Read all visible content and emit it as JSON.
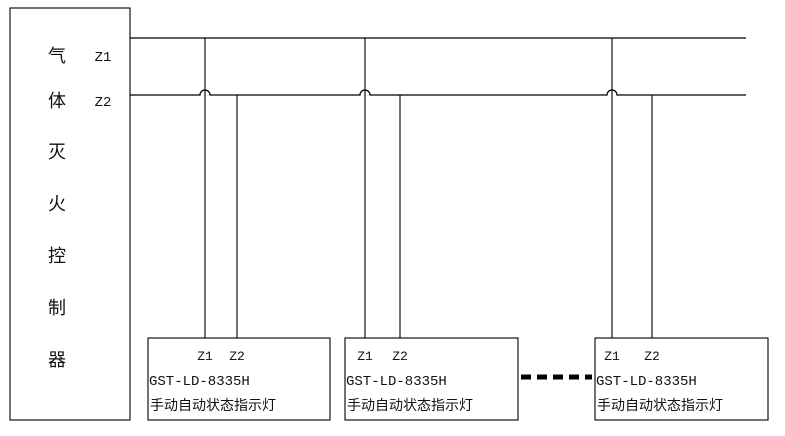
{
  "page": {
    "background_color": "#ffffff",
    "line_color": "#000000"
  },
  "diagram": {
    "controller": {
      "text": "气体灭火控制器",
      "vertical_label_chars": [
        "气",
        "体",
        "灭",
        "火",
        "控",
        "制",
        "器"
      ],
      "z1_label": "Z1",
      "z2_label": "Z2"
    },
    "devices": [
      {
        "terminal_z1": "Z1",
        "terminal_z2": "Z2",
        "model": "GST-LD-8335H",
        "label": "手动自动状态指示灯"
      },
      {
        "terminal_z1": "Z1",
        "terminal_z2": "Z2",
        "model": "GST-LD-8335H",
        "label": "手动自动状态指示灯"
      },
      {
        "terminal_z1": "Z1",
        "terminal_z2": "Z2",
        "model": "GST-LD-8335H",
        "label": "手动自动状态指示灯"
      }
    ]
  }
}
